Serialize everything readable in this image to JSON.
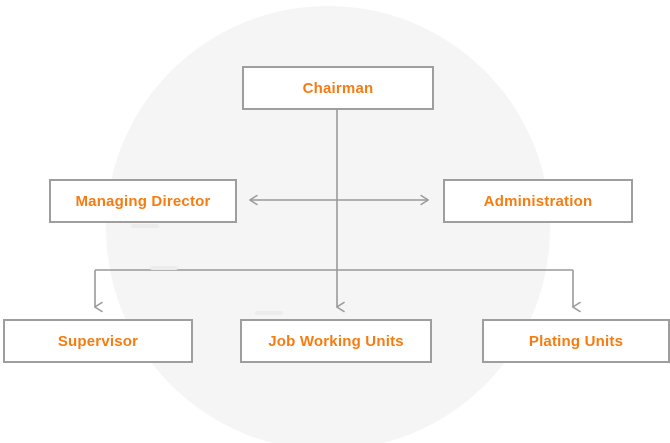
{
  "diagram": {
    "title_text": "",
    "background_circle_color": "#f5f5f5",
    "page_background": "#ffffff",
    "node_text_color": "#f57c11",
    "node_border_color": "#9e9e9e",
    "connector_color": "#9a9a9a",
    "nodes": [
      {
        "id": "chairman",
        "label": "Chairman",
        "level": 1
      },
      {
        "id": "managing",
        "label": "Managing Director",
        "level": 2
      },
      {
        "id": "administration",
        "label": "Administration",
        "level": 2
      },
      {
        "id": "supervisor",
        "label": "Supervisor",
        "level": 3
      },
      {
        "id": "jobworking",
        "label": "Job Working Units",
        "level": 3
      },
      {
        "id": "plating",
        "label": "Plating Units",
        "level": 3
      }
    ],
    "connectors": [
      {
        "id": "chairman-trunk",
        "type": "vertical-line",
        "from": "chairman",
        "to": "jobworking"
      },
      {
        "id": "managing-admin-link",
        "type": "double-headed-arrow",
        "from": "managing",
        "to": "administration"
      },
      {
        "id": "bus-horizontal",
        "type": "horizontal-bus"
      },
      {
        "id": "bus-to-supervisor",
        "type": "arrow-down",
        "to": "supervisor"
      },
      {
        "id": "bus-to-jobworking",
        "type": "arrow-down",
        "to": "jobworking"
      },
      {
        "id": "bus-to-plating",
        "type": "arrow-down",
        "to": "plating"
      }
    ]
  }
}
